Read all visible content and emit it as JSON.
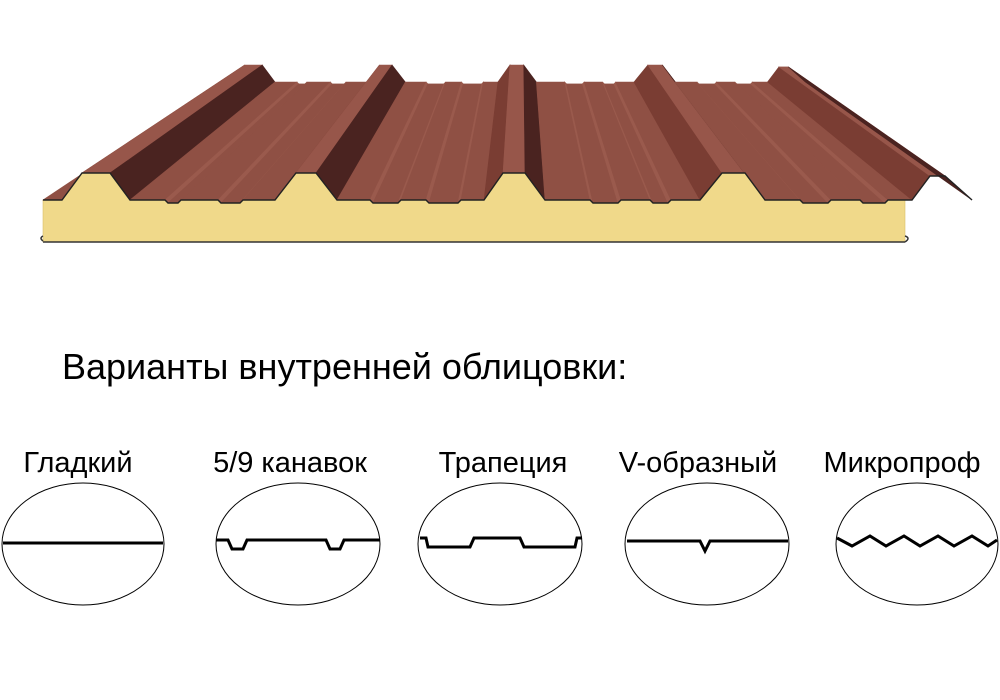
{
  "heading": "Варианты внутренней облицовки:",
  "variants": [
    {
      "label": "Гладкий",
      "profile": "smooth"
    },
    {
      "label": "5/9 канавок",
      "profile": "grooves"
    },
    {
      "label": "Трапеция",
      "profile": "trapezoid"
    },
    {
      "label": "V-образный",
      "profile": "v-shaped"
    },
    {
      "label": "Микропроф",
      "profile": "microprofile"
    }
  ],
  "colors": {
    "metal": "#8a4a3e",
    "metal_dark": "#4a2320",
    "insulation": "#f0d98a"
  }
}
